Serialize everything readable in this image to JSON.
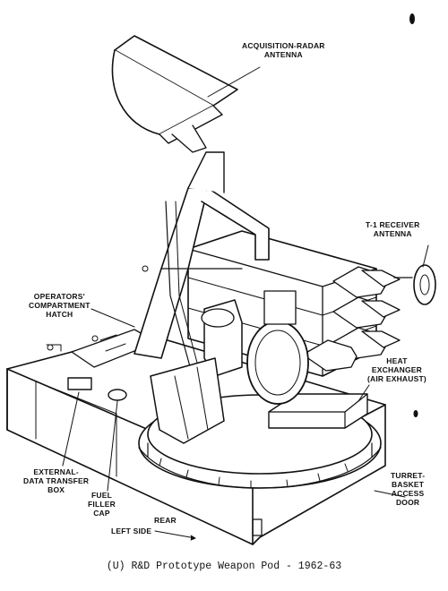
{
  "labels": {
    "acquisition_radar": [
      "ACQUISITION-RADAR",
      "ANTENNA"
    ],
    "t1_receiver": [
      "T-1 RECEIVER",
      "ANTENNA"
    ],
    "operators_hatch": [
      "OPERATORS'",
      "COMPARTMENT",
      "HATCH"
    ],
    "heat_exchanger": [
      "HEAT",
      "EXCHANGER",
      "(AIR EXHAUST)"
    ],
    "turret_basket": [
      "TURRET-",
      "BASKET",
      "ACCESS",
      "DOOR"
    ],
    "external_data": [
      "EXTERNAL-",
      "DATA TRANSFER",
      "BOX"
    ],
    "fuel_filler": [
      "FUEL",
      "FILLER",
      "CAP"
    ],
    "left_side": "LEFT SIDE",
    "rear": "REAR"
  },
  "caption": "(U) R&D Prototype Weapon Pod - 1962-63",
  "colors": {
    "ink": "#111111",
    "paper": "#ffffff"
  }
}
